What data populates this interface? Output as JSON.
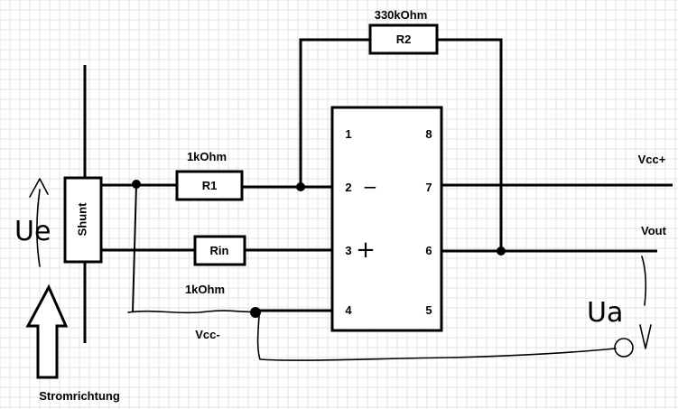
{
  "components": {
    "r2": {
      "name": "R2",
      "value": "330kOhm"
    },
    "r1": {
      "name": "R1",
      "value": "1kOhm"
    },
    "rin": {
      "name": "Rin",
      "value": "1kOhm"
    },
    "shunt": {
      "name": "Shunt"
    }
  },
  "opamp": {
    "pins": [
      "1",
      "2",
      "3",
      "4",
      "5",
      "6",
      "7",
      "8"
    ],
    "minus_sign": "−",
    "plus_sign": "+"
  },
  "labels": {
    "vcc_plus": "Vcc+",
    "vout": "Vout",
    "vcc_minus": "Vcc-",
    "stromrichtung": "Stromrichtung",
    "ue": "Ue",
    "ua": "Ua"
  }
}
